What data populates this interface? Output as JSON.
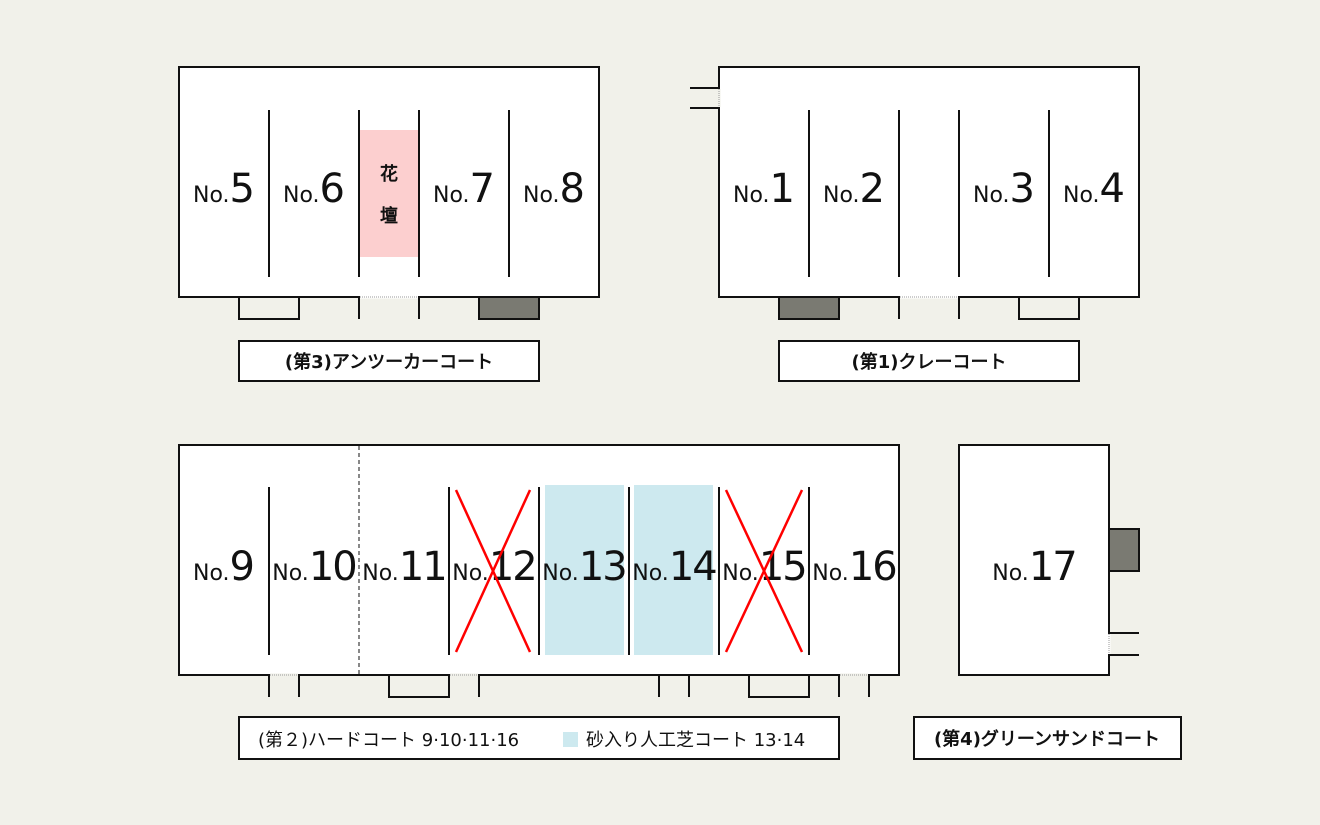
{
  "colors": {
    "background": "#f1f1ea",
    "flowerbed": "#fccfcf",
    "artificial_turf": "#cde9ef",
    "closed_mark": "#ff0000",
    "facility": "#7a7a72"
  },
  "courts": {
    "c5": "5",
    "c6": "6",
    "c7": "7",
    "c8": "8",
    "c1": "1",
    "c2": "2",
    "c3": "3",
    "c4": "4",
    "c9": "9",
    "c10": "10",
    "c11": "11",
    "c12": "12",
    "c13": "13",
    "c14": "14",
    "c15": "15",
    "c16": "16",
    "c17": "17"
  },
  "prefix": "No.",
  "flowerbed": {
    "char1": "花",
    "char2": "壇"
  },
  "closed_courts": [
    "12",
    "15"
  ],
  "labels": {
    "third": "(第3)アンツーカーコート",
    "first": "(第1)クレーコート",
    "second_hard": "(第２)ハードコート 9·10·11·16",
    "second_turf": "砂入り人工芝コート 13·14",
    "fourth": "(第4)グリーンサンドコート"
  }
}
